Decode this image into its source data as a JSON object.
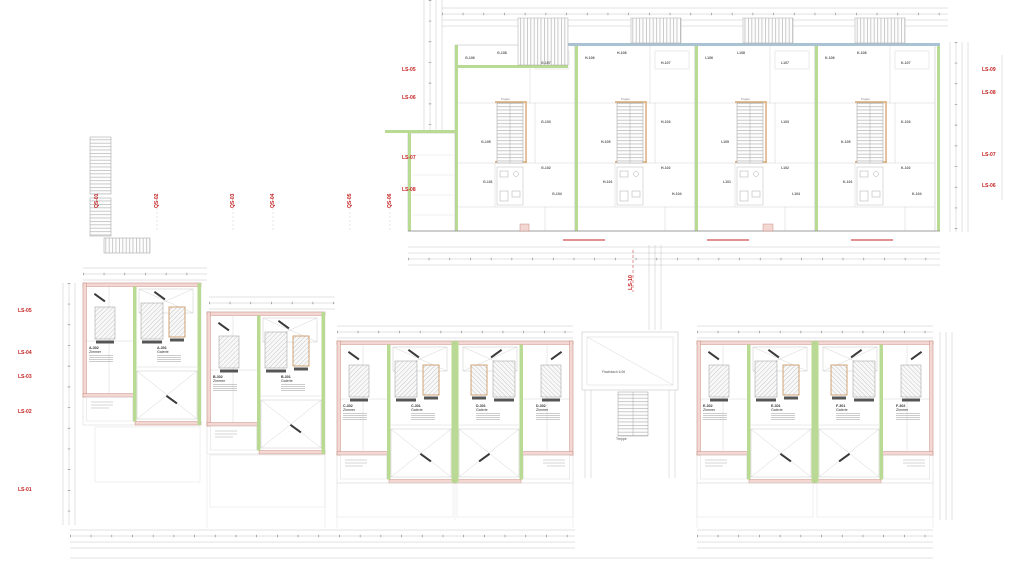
{
  "drawing": {
    "type": "architectural floor plan",
    "colors": {
      "wall_green": "#b9da92",
      "wall_pink": "#f2d7d2",
      "wall_tan": "#e3c49c",
      "band_blue": "#aac3d4",
      "section_red": "#c42020",
      "line_gray": "#b8b8b8"
    },
    "section_labels": {
      "upper_left": [
        "LS-05",
        "LS-06",
        "LS-07",
        "LS-08"
      ],
      "upper_right": [
        "LS-09",
        "LS-08",
        "LS-07",
        "LS-06"
      ],
      "cross_sections": [
        "QS-01",
        "QS-02",
        "QS-03",
        "QS-04",
        "QS-05",
        "QS-06"
      ],
      "center": "LS-10",
      "lower_left": [
        "LS-05",
        "LS-04",
        "LS-03",
        "LS-02",
        "LS-01"
      ]
    },
    "upper_building": {
      "units": [
        {
          "rooms": [
            "G-106",
            "G-108",
            "G-107",
            "G-103",
            "G-105",
            "G-102",
            "G-101",
            "G-104"
          ],
          "stair": "Treppe"
        },
        {
          "rooms": [
            "H-106",
            "H-108",
            "H-107",
            "H-103",
            "H-105",
            "H-102",
            "H-101",
            "H-104"
          ],
          "stair": "Treppe"
        },
        {
          "rooms": [
            "I-106",
            "I-108",
            "I-107",
            "I-103",
            "I-105",
            "I-102",
            "I-101",
            "I-104"
          ],
          "stair": "Treppe"
        },
        {
          "rooms": [
            "K-106",
            "K-108",
            "K-107",
            "K-103",
            "K-105",
            "K-102",
            "K-101",
            "K-104"
          ],
          "stair": "Treppe"
        }
      ]
    },
    "lower_building": {
      "units": [
        {
          "room_id": "A-302",
          "room_type": "Zimmer",
          "gallery_id": "A-301",
          "gallery_type": "Galerie"
        },
        {
          "room_id": "B-302",
          "room_type": "Zimmer",
          "gallery_id": "B-301",
          "gallery_type": "Galerie"
        },
        {
          "room_id": "C-302",
          "room_type": "Zimmer",
          "gallery_id": "C-301",
          "gallery_type": "Galerie"
        },
        {
          "room_id": "D-302",
          "room_type": "Zimmer",
          "gallery_id": "D-301",
          "gallery_type": "Galerie"
        },
        {
          "room_id": "E-302",
          "room_type": "Zimmer",
          "gallery_id": "E-301",
          "gallery_type": "Galerie"
        },
        {
          "room_id": "F-302",
          "room_type": "Zimmer",
          "gallery_id": "F-301",
          "gallery_type": "Galerie"
        }
      ],
      "connector": {
        "roof": "Flachdach 6.06",
        "stair": "Treppe"
      }
    }
  }
}
